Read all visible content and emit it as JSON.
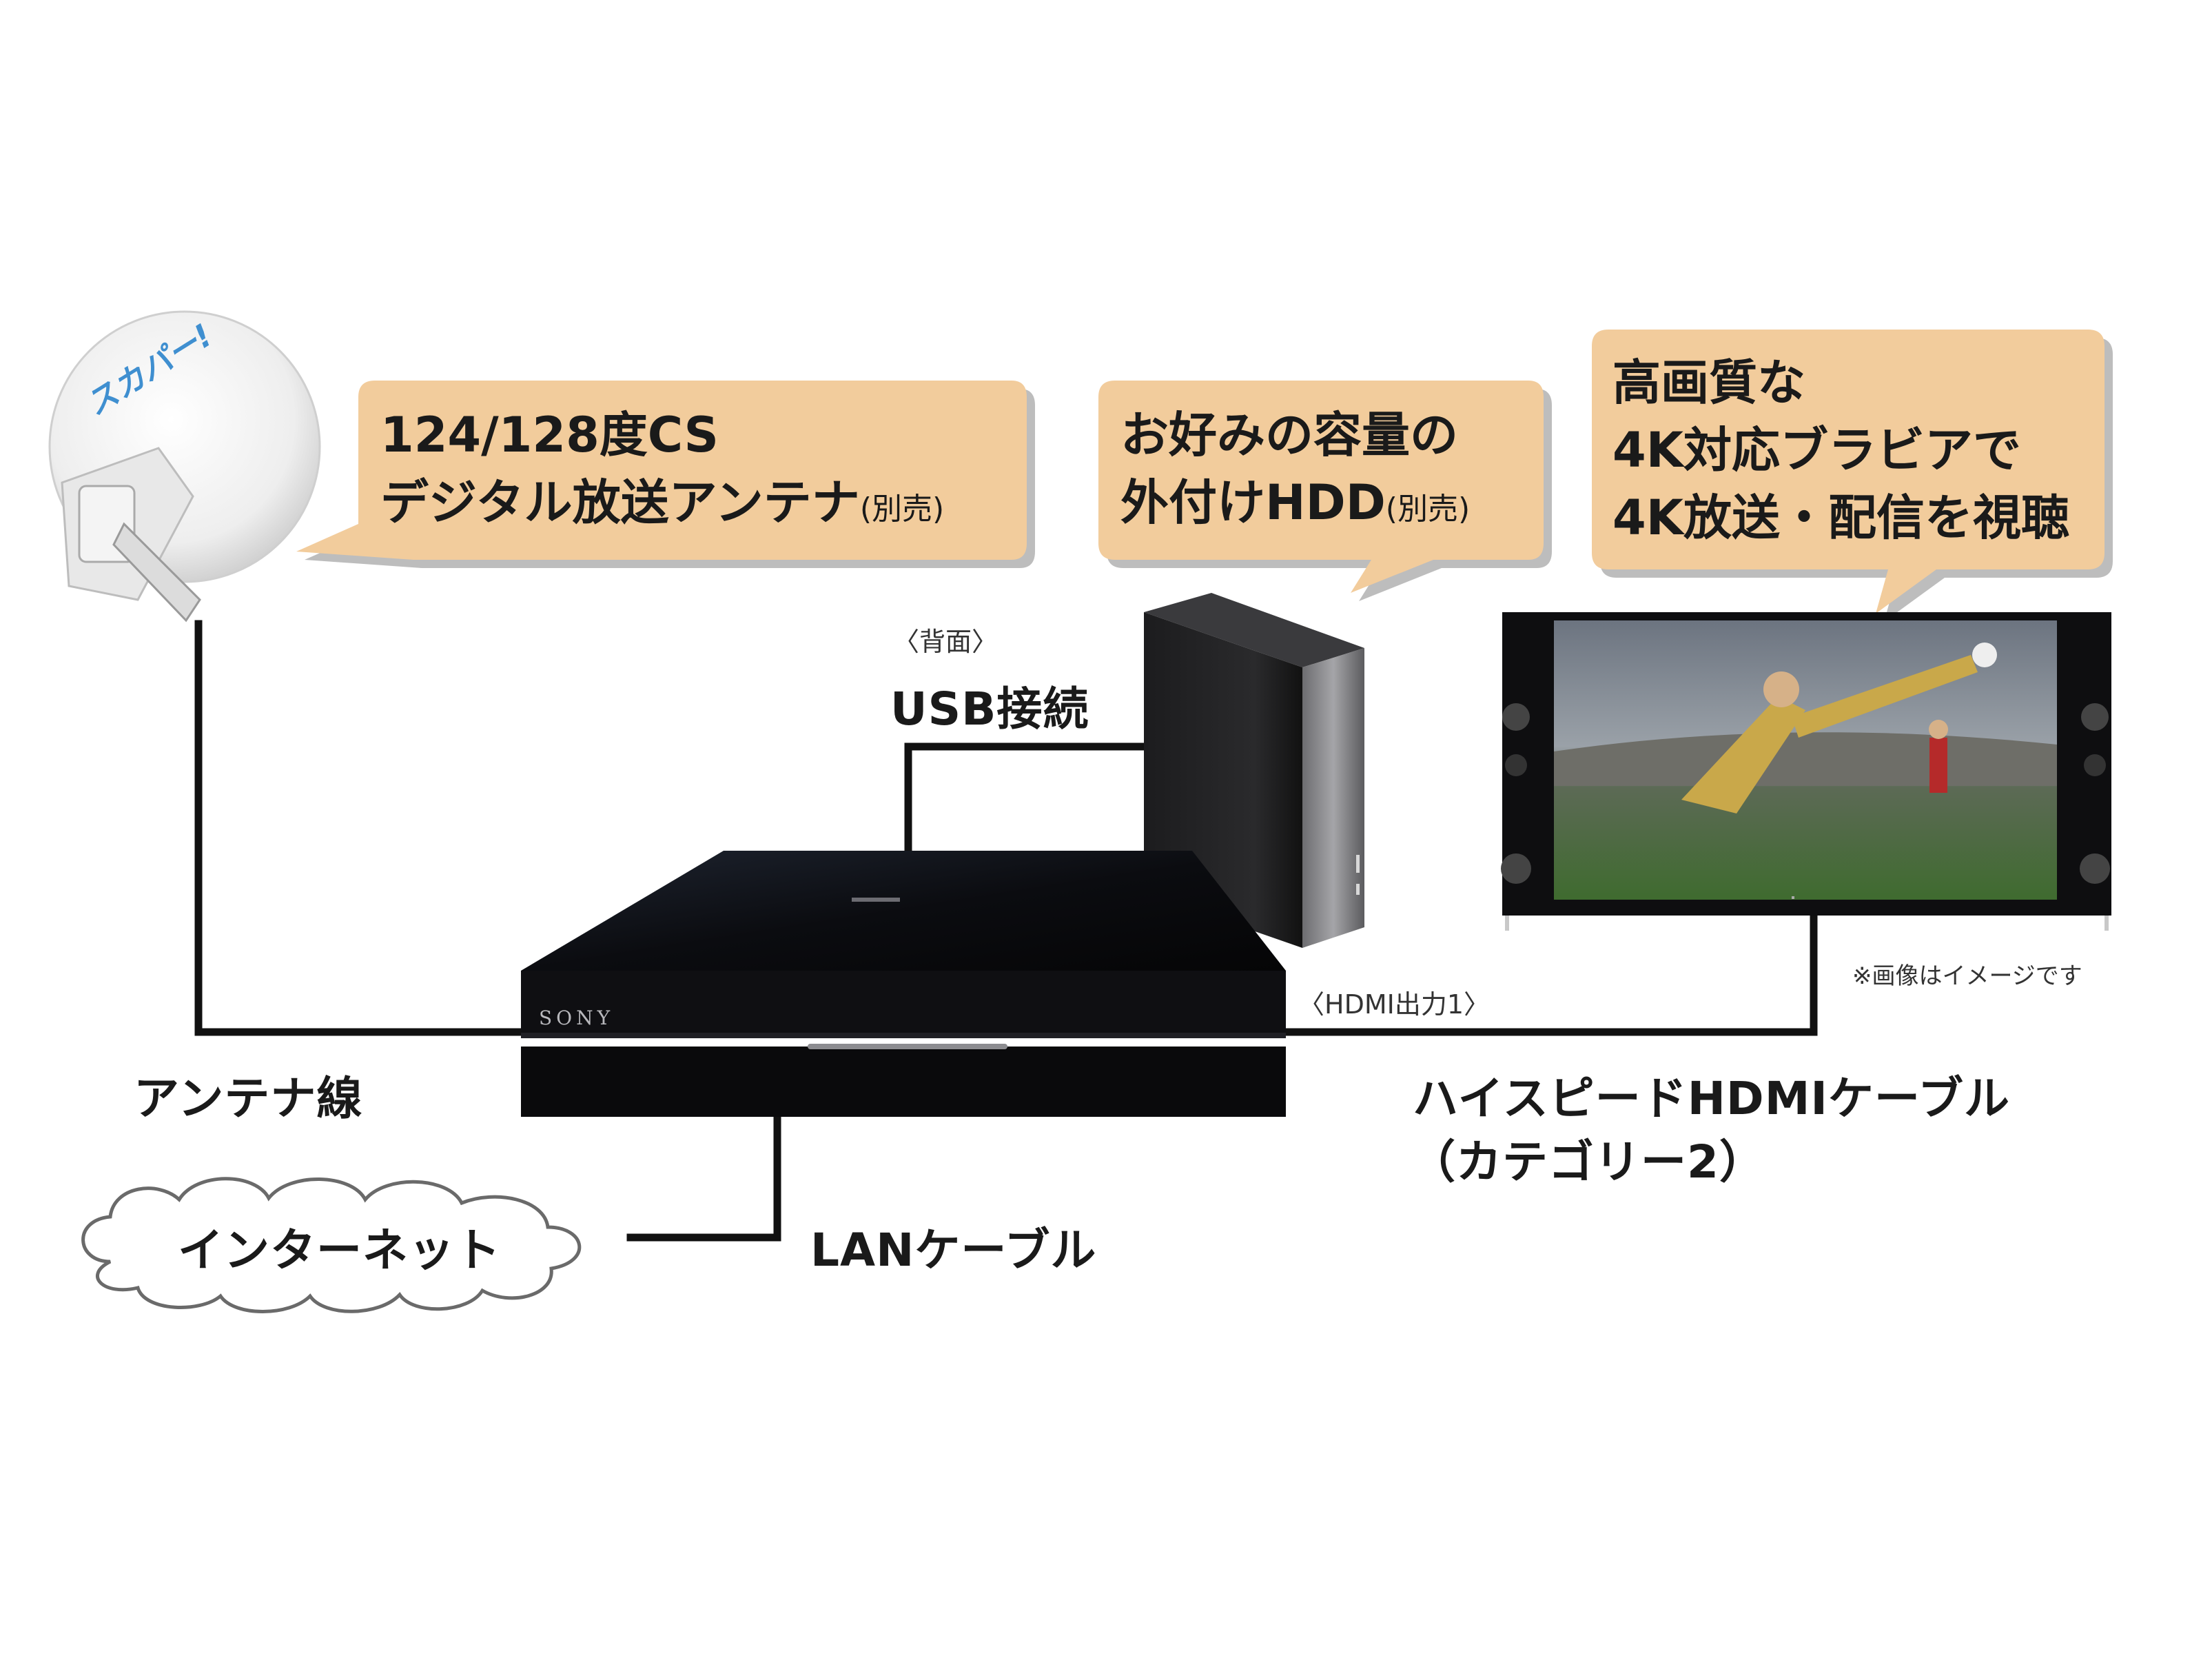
{
  "dish": {
    "brand_text": "スカパー!"
  },
  "bubbles": {
    "antenna": {
      "line1": "124/128度CS",
      "line2": "デジタル放送アンテナ",
      "note": "(別売)"
    },
    "hdd": {
      "line1": "お好みの容量の",
      "line2": "外付けHDD",
      "note": "(別売)"
    },
    "tv": {
      "line1": "高画質な",
      "line2": "4K対応ブラビアで",
      "line3": "4K放送・配信を視聴"
    }
  },
  "labels": {
    "back": "〈背面〉",
    "usb": "USB接続",
    "hdmi_out": "〈HDMI出力1〉",
    "image_note": "※画像はイメージです",
    "antenna_cable": "アンテナ線",
    "hdmi_cable": "ハイスピードHDMIケーブル",
    "hdmi_category": "（カテゴリー2）",
    "internet": "インターネット",
    "lan": "LANケーブル"
  },
  "device": {
    "brand": "SONY"
  },
  "colors": {
    "bubble_fill": "#f2cc9c",
    "bubble_shadow": "#bdbdbd",
    "line": "#111111",
    "device_body": "#0d0d0f"
  }
}
